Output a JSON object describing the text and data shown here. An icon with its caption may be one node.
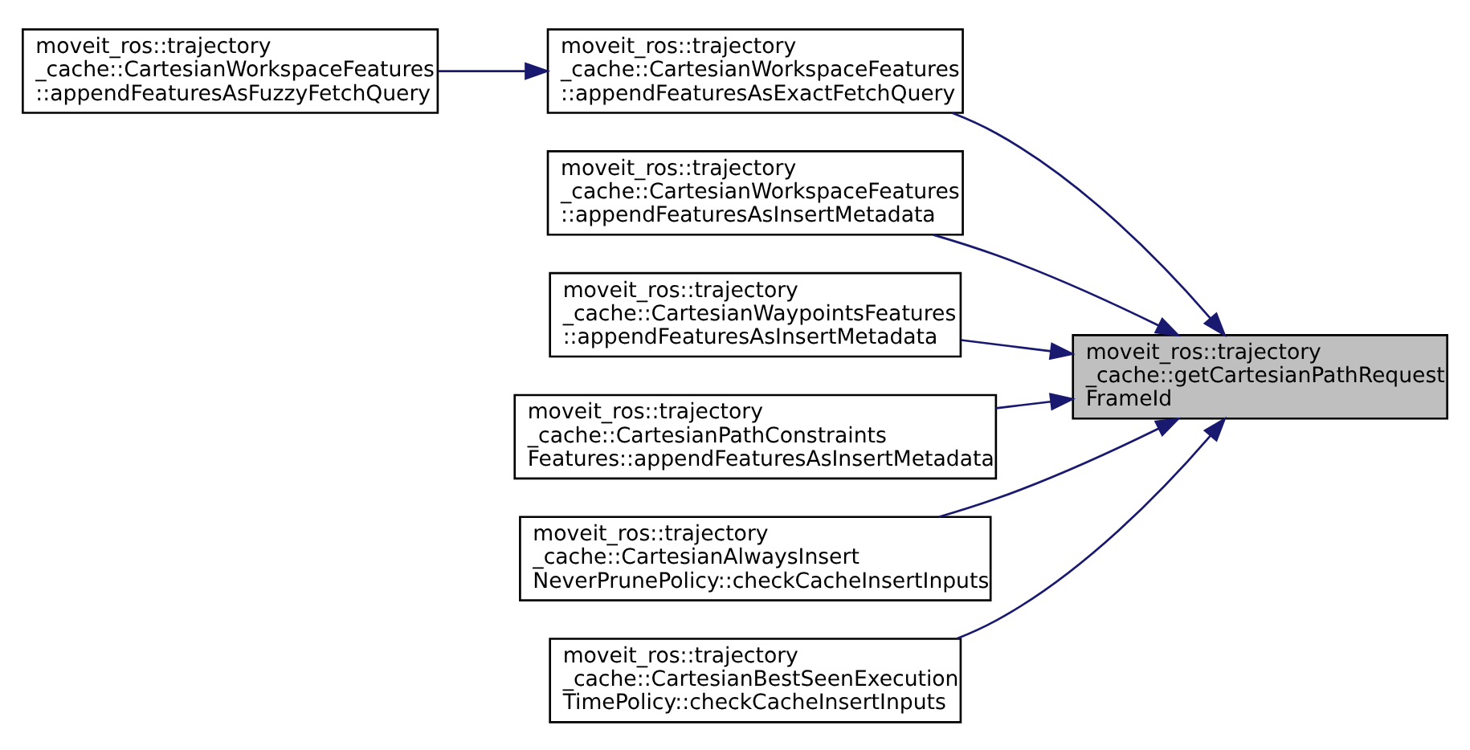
{
  "diagram": {
    "nodes": [
      {
        "text": [
          "moveit_ros::trajectory _cache::CartesianWorkspaceFeatures ::appendFeaturesAsFuzzyFetchQuery"
        ]
      },
      {
        "text": [
          "moveit_ros::trajectory _cache::CartesianWorkspaceFeatures ::appendFeaturesAsExactFetchQuery"
        ]
      },
      {
        "text": [
          "moveit_ros::trajectory _cache::CartesianWorkspaceFeatures ::appendFeaturesAsInsertMetadata"
        ]
      },
      {
        "text": [
          "moveit_ros::trajectory _cache::CartesianWaypointsFeatures ::appendFeaturesAsInsertMetadata"
        ]
      },
      {
        "text": [
          "moveit_ros::trajectory _cache::getCartesianPathRequest FrameId"
        ]
      },
      {
        "text": [
          "moveit_ros::trajectory _cache::CartesianPathConstraints Features::appendFeaturesAsInsertMetadata"
        ]
      },
      {
        "text": [
          "moveit_ros::trajectory _cache::CartesianAlwaysInsert NeverPrunePolicy::checkCacheInsertInputs"
        ]
      },
      {
        "text": [
          "moveit_ros::trajectory _cache::CartesianBestSeenExecution TimePolicy::checkCacheInsertInputs"
        ]
      }
    ],
    "edges": [
      {
        "from": 0,
        "to": 1,
        "arrow": "to"
      },
      {
        "from": 1,
        "to": 4,
        "arrow": "to"
      },
      {
        "from": 2,
        "to": 4,
        "arrow": "to"
      },
      {
        "from": 3,
        "to": 4,
        "arrow": "to"
      },
      {
        "from": 5,
        "to": 4,
        "arrow": "to"
      },
      {
        "from": 6,
        "to": 4,
        "arrow": "to"
      },
      {
        "from": 7,
        "to": 4,
        "arrow": "to"
      }
    ]
  }
}
